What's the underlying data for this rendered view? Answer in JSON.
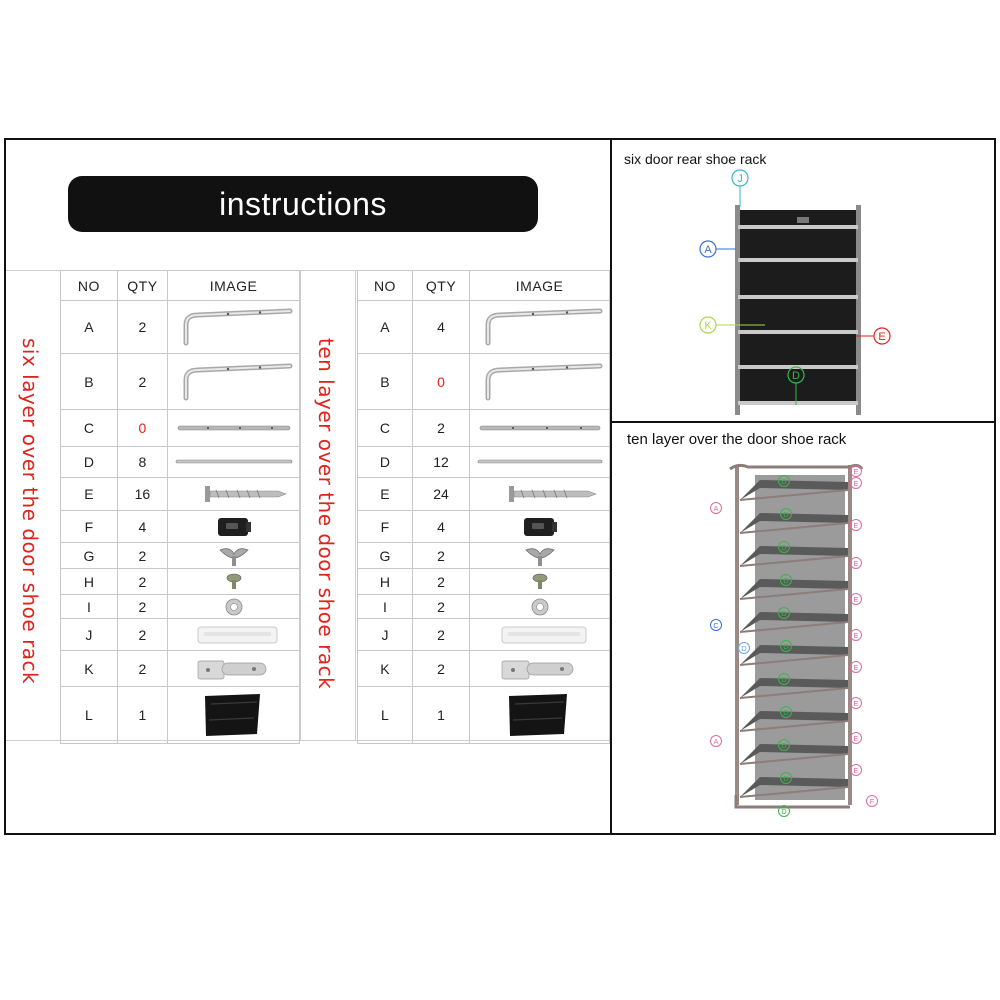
{
  "title": "instructions",
  "columns": [
    "NO",
    "QTY",
    "IMAGE"
  ],
  "six_layer": {
    "label": "six layer over the door shoe rack",
    "rows": [
      {
        "no": "A",
        "qty": "2",
        "red": false,
        "icon": "bent-rod-icon"
      },
      {
        "no": "B",
        "qty": "2",
        "red": false,
        "icon": "bent-rod-icon"
      },
      {
        "no": "C",
        "qty": "0",
        "red": true,
        "icon": "long-rod-icon"
      },
      {
        "no": "D",
        "qty": "8",
        "red": false,
        "icon": "thin-rod-icon"
      },
      {
        "no": "E",
        "qty": "16",
        "red": false,
        "icon": "screw-icon"
      },
      {
        "no": "F",
        "qty": "4",
        "red": false,
        "icon": "end-cap-icon"
      },
      {
        "no": "G",
        "qty": "2",
        "red": false,
        "icon": "wing-bolt-icon"
      },
      {
        "no": "H",
        "qty": "2",
        "red": false,
        "icon": "small-screw-icon"
      },
      {
        "no": "I",
        "qty": "2",
        "red": false,
        "icon": "washer-icon"
      },
      {
        "no": "J",
        "qty": "2",
        "red": false,
        "icon": "pad-strip-icon"
      },
      {
        "no": "K",
        "qty": "2",
        "red": false,
        "icon": "hook-bracket-icon"
      },
      {
        "no": "L",
        "qty": "1",
        "red": false,
        "icon": "fabric-bag-icon"
      }
    ]
  },
  "ten_layer": {
    "label": "ten layer over the door shoe rack",
    "rows": [
      {
        "no": "A",
        "qty": "4",
        "red": false,
        "icon": "bent-rod-icon"
      },
      {
        "no": "B",
        "qty": "0",
        "red": true,
        "icon": "bent-rod-icon"
      },
      {
        "no": "C",
        "qty": "2",
        "red": false,
        "icon": "long-rod-icon"
      },
      {
        "no": "D",
        "qty": "12",
        "red": false,
        "icon": "thin-rod-icon"
      },
      {
        "no": "E",
        "qty": "24",
        "red": false,
        "icon": "screw-icon"
      },
      {
        "no": "F",
        "qty": "4",
        "red": false,
        "icon": "end-cap-icon"
      },
      {
        "no": "G",
        "qty": "2",
        "red": false,
        "icon": "wing-bolt-icon"
      },
      {
        "no": "H",
        "qty": "2",
        "red": false,
        "icon": "small-screw-icon"
      },
      {
        "no": "I",
        "qty": "2",
        "red": false,
        "icon": "washer-icon"
      },
      {
        "no": "J",
        "qty": "2",
        "red": false,
        "icon": "pad-strip-icon"
      },
      {
        "no": "K",
        "qty": "2",
        "red": false,
        "icon": "hook-bracket-icon"
      },
      {
        "no": "L",
        "qty": "1",
        "red": false,
        "icon": "fabric-bag-icon"
      }
    ]
  },
  "six_door_panel": {
    "title": "six door rear shoe rack",
    "callouts": [
      "J",
      "A",
      "K",
      "E",
      "D"
    ]
  },
  "ten_door_panel": {
    "title": "ten layer over the door shoe rack",
    "callouts_left": [
      "A",
      "C",
      "D",
      "A"
    ],
    "callouts_right": [
      "E",
      "E",
      "E",
      "E",
      "E",
      "E",
      "E",
      "E",
      "E",
      "E",
      "F"
    ],
    "callouts_center": [
      "D",
      "D",
      "D",
      "D",
      "D",
      "D",
      "D",
      "D",
      "D",
      "D",
      "D"
    ]
  },
  "colors": {
    "red": "#e0231b",
    "pill": "#111111",
    "callout_blue": "#3a6fd8",
    "callout_green": "#3bb54a",
    "callout_red": "#e0231b",
    "callout_pink": "#e06c9a"
  }
}
